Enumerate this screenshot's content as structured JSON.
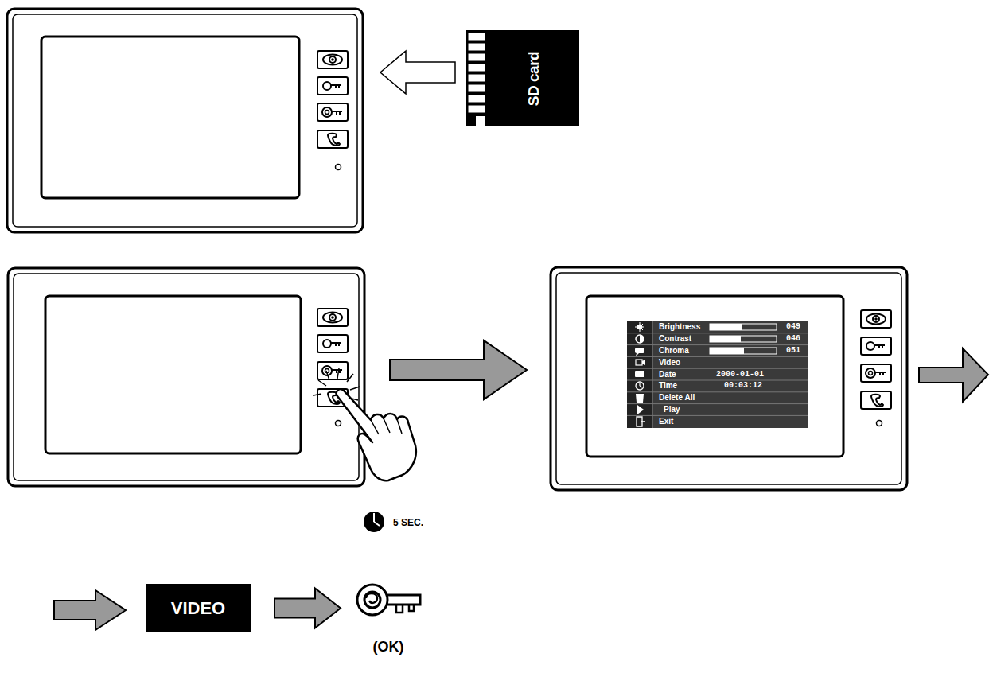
{
  "diagram": {
    "nodes": [
      {
        "text": [
          "SD card"
        ]
      },
      {
        "text": [
          "VIDEO"
        ]
      },
      {
        "text": [
          "(OK)"
        ]
      }
    ],
    "edges": [
      {
        "from": 1,
        "to": 2,
        "arrow": "to"
      }
    ],
    "labels": [
      "Brightness",
      "049",
      "Contrast",
      "046",
      "Chroma",
      "051",
      "Video",
      "Date",
      "2000-01-01",
      "Time",
      "00:03:12",
      "Delete All",
      "Play",
      "Exit",
      "5 SEC."
    ]
  }
}
